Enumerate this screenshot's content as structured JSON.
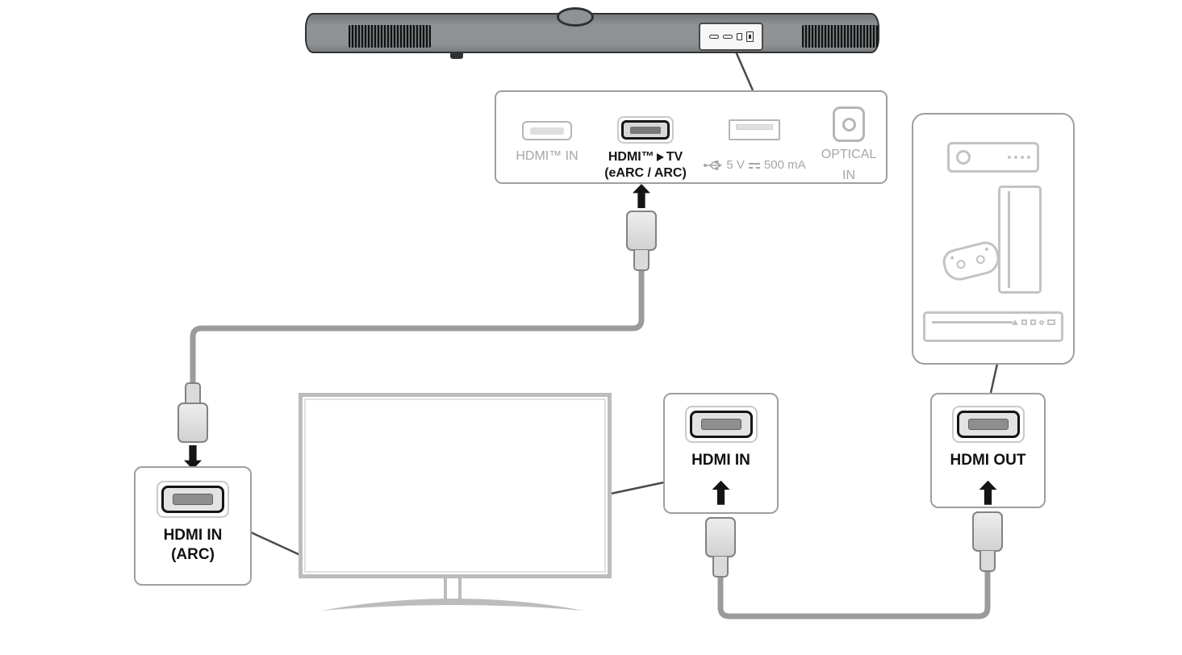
{
  "colors": {
    "label_dark": "#151515",
    "label_muted": "#a6a6a6",
    "cable_gray": "#9b9b9b",
    "device_art_gray": "#c3c3c3",
    "panel_border_gray": "#9f9f9f"
  },
  "soundbar_panel": {
    "hdmi_in": {
      "label": "HDMI™ IN"
    },
    "hdmi_out_tv": {
      "label_left": "HDMI™",
      "label_right": "TV",
      "sub_label": "(eARC / ARC)"
    },
    "usb": {
      "voltage": "5 V",
      "current": "500 mA"
    },
    "optical": {
      "line1": "OPTICAL",
      "line2": "IN"
    }
  },
  "tv_callouts": {
    "arc": {
      "line1": "HDMI IN",
      "line2": "(ARC)"
    },
    "hdmi_in": {
      "label": "HDMI IN"
    }
  },
  "device_callout": {
    "hdmi_out": {
      "label": "HDMI OUT"
    }
  }
}
